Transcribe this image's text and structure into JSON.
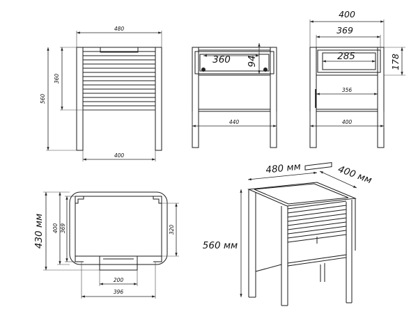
{
  "front_view": {
    "width_top": "480",
    "height_inner": "360",
    "height_total": "560",
    "width_bottom": "400"
  },
  "section_view": {
    "drawer_width": "360",
    "drawer_height": "94",
    "width_bottom": "440"
  },
  "side_view": {
    "depth_total": "400",
    "depth_inner": "369",
    "drawer_depth": "285",
    "drawer_height": "178",
    "shelf_depth": "356",
    "depth_bottom": "400"
  },
  "top_view": {
    "height_left_big": "430 мм",
    "height_left": "400",
    "height_inner": "369",
    "height_right": "320",
    "tab_width": "200",
    "width_bottom": "396"
  },
  "iso_view": {
    "width": "480 мм",
    "depth": "400 мм",
    "height": "560 мм"
  }
}
